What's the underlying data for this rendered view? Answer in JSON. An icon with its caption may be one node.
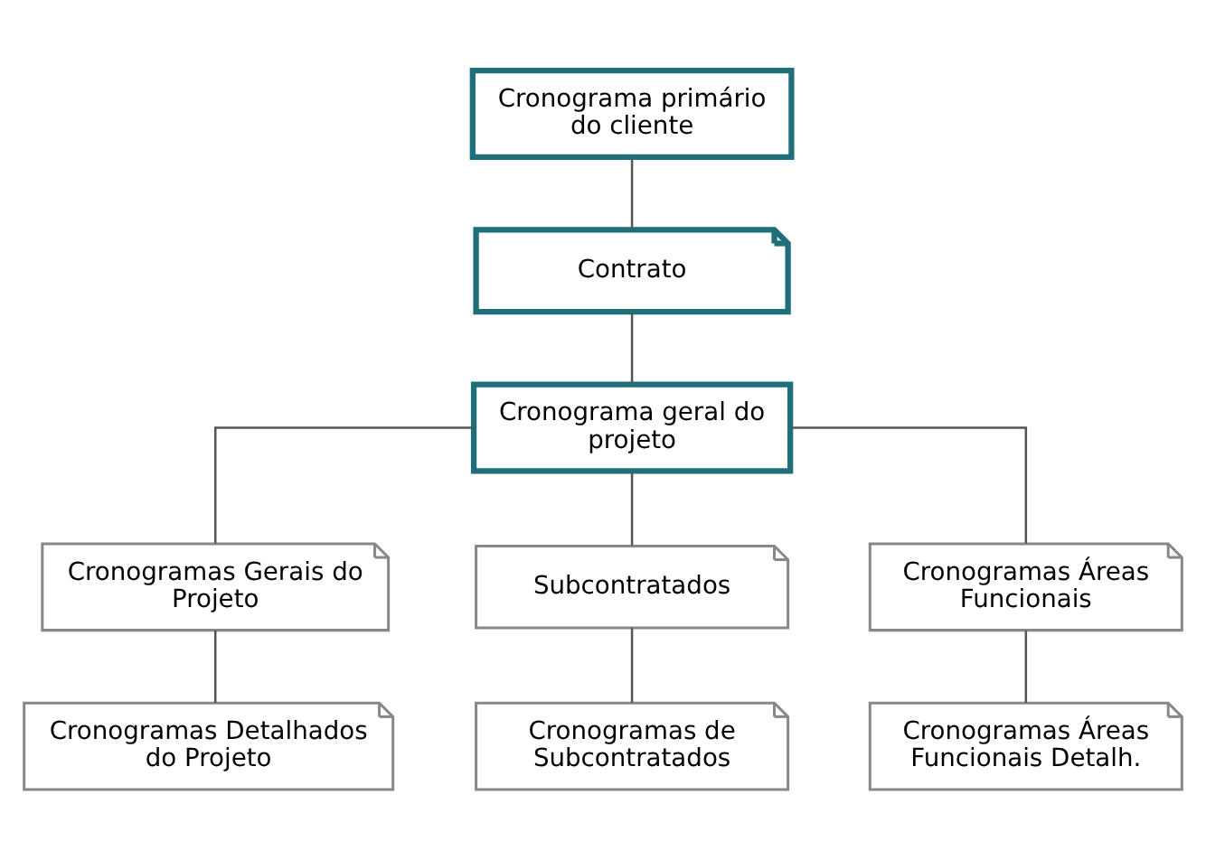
{
  "diagram": {
    "nodes": [
      {
        "text": [
          "Cronograma primário do cliente"
        ]
      },
      {
        "text": [
          "Contrato"
        ]
      },
      {
        "text": [
          "Cronograma geral do projeto"
        ]
      },
      {
        "text": [
          "Cronogramas Gerais do Projeto"
        ]
      },
      {
        "text": [
          "Subcontratados"
        ]
      },
      {
        "text": [
          "Cronogramas Áreas Funcionais"
        ]
      },
      {
        "text": [
          "Cronogramas Detalhados do Projeto"
        ]
      },
      {
        "text": [
          "Cronogramas de Subcontratados"
        ]
      },
      {
        "text": [
          "Cronogramas Áreas Funcionais Detalh."
        ]
      }
    ],
    "edges": [
      {
        "from": 0,
        "to": 1,
        "arrow": "none"
      },
      {
        "from": 1,
        "to": 2,
        "arrow": "none"
      },
      {
        "from": 2,
        "to": 3,
        "arrow": "none"
      },
      {
        "from": 2,
        "to": 4,
        "arrow": "none"
      },
      {
        "from": 2,
        "to": 5,
        "arrow": "none"
      },
      {
        "from": 3,
        "to": 6,
        "arrow": "none"
      },
      {
        "from": 4,
        "to": 7,
        "arrow": "none"
      },
      {
        "from": 5,
        "to": 8,
        "arrow": "none"
      }
    ]
  }
}
